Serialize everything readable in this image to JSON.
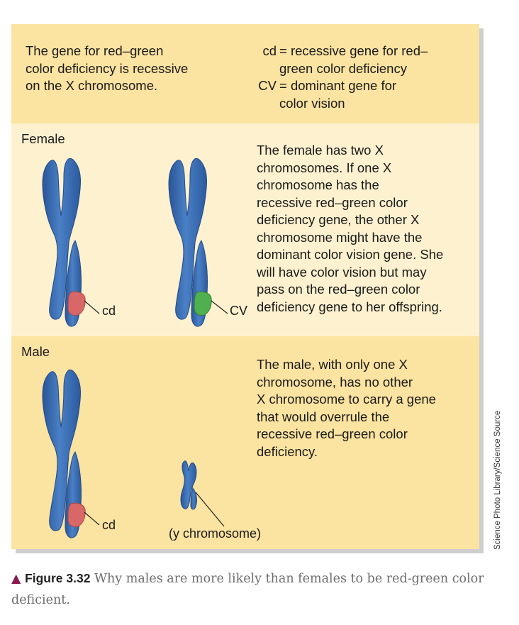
{
  "intro": {
    "left_text": "The gene for red–green\ncolor deficiency  is recessive\non the X chromosome.",
    "key_cd_symbol": "cd",
    "key_cd_text": "= recessive gene for red–\n    green color deficiency",
    "key_cv_symbol": "CV",
    "key_cv_text": "= dominant gene for\n    color vision"
  },
  "female": {
    "heading": "Female",
    "description": "The female has two X\nchromosomes. If one X\nchromosome has the\nrecessive red–green color\ndeficiency gene, the other X\nchromosome might have the\ndominant color vision gene. She\nwill have color vision but may\npass on the red–green color\ndeficiency gene to her offspring.",
    "label_left": "cd",
    "label_right": "CV"
  },
  "male": {
    "heading": "Male",
    "description": "The male, with only one X\nchromosome, has no other\nX chromosome to carry a gene\nthat would overrule the\nrecessive red–green color\ndeficiency.",
    "label_x": "cd",
    "label_y": "(y chromosome)"
  },
  "colors": {
    "chromosome": "#3d6fb3",
    "recessive_gene": "#d96767",
    "dominant_gene": "#4fb04f"
  },
  "credit": "Science Photo Library/Science Source",
  "caption": {
    "marker": "▲",
    "label": "Figure 3.32",
    "text": "Why males are more likely than females to be red-green color deficient."
  }
}
